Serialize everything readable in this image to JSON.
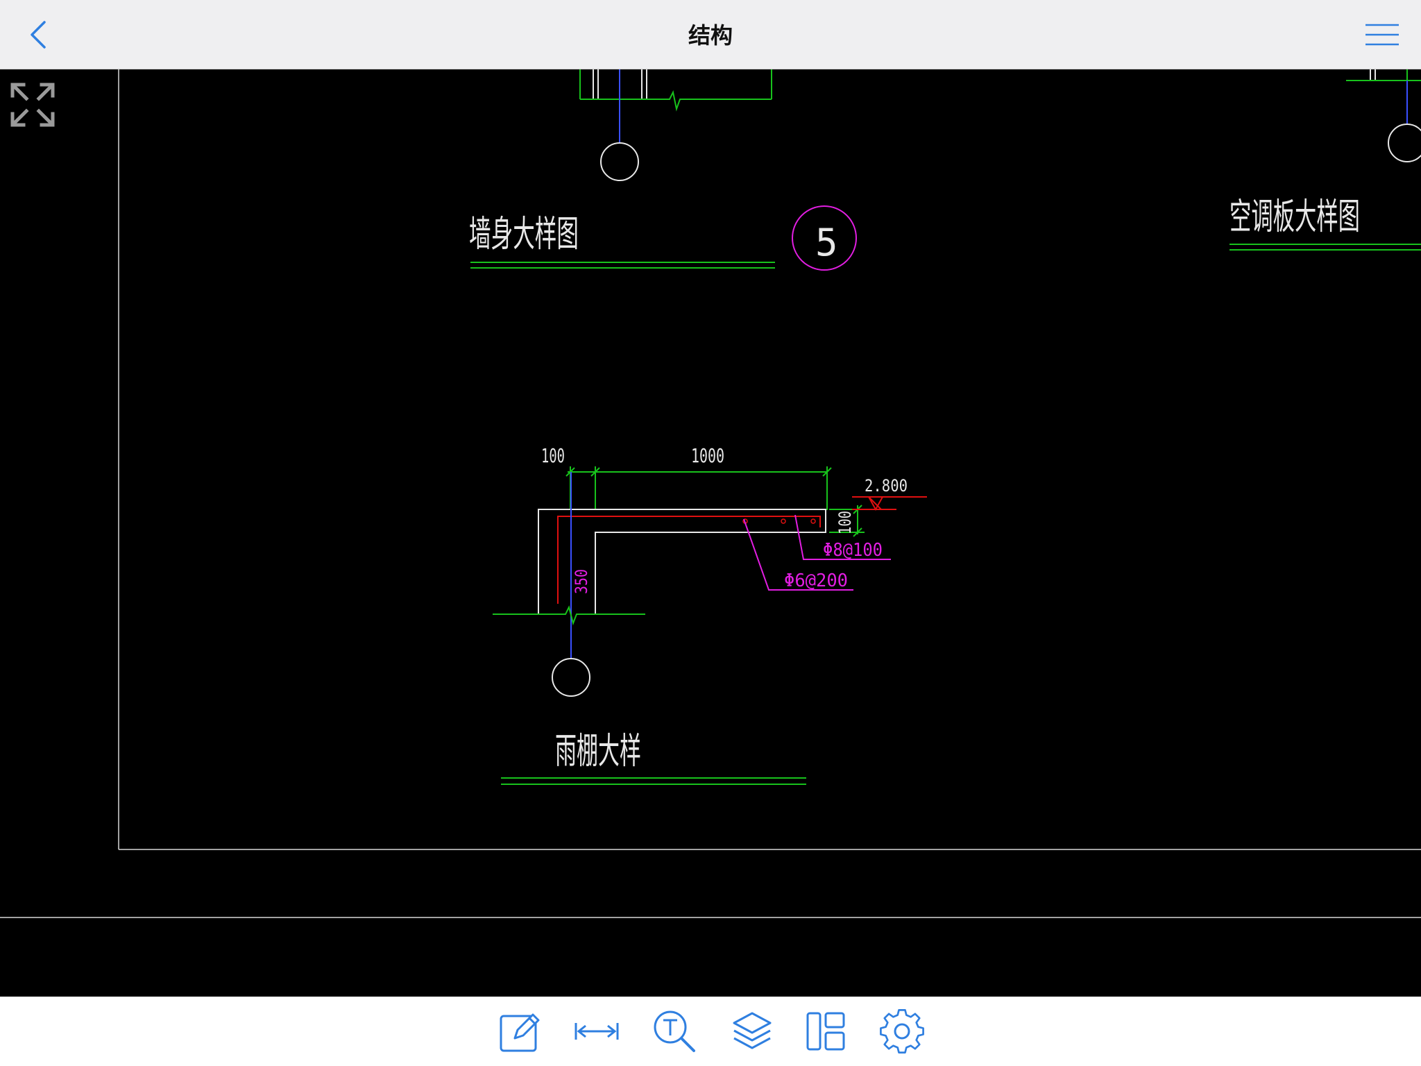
{
  "header": {
    "title": "结构"
  },
  "drawing": {
    "labels": {
      "wall_detail": "墙身大样图",
      "ac_detail": "空调板大样图",
      "canopy_detail": "雨棚大样",
      "detail_number": "5"
    },
    "dims": {
      "d100_top": "100",
      "d1000": "1000",
      "elevation": "2.800",
      "d100_side": "100",
      "d350": "350"
    },
    "rebar": {
      "r1": "Φ8@100",
      "r2": "Φ6@200"
    }
  },
  "toolbar": {
    "icons": [
      "edit-icon",
      "measure-icon",
      "text-search-icon",
      "layers-icon",
      "layout-icon",
      "settings-icon"
    ]
  },
  "colors": {
    "accent": "#2f7fe0",
    "cad_green": "#18c21c",
    "cad_magenta": "#e21ee2",
    "cad_red": "#e01010",
    "cad_blue": "#3a50ff",
    "cad_white": "#e8e8e8"
  }
}
